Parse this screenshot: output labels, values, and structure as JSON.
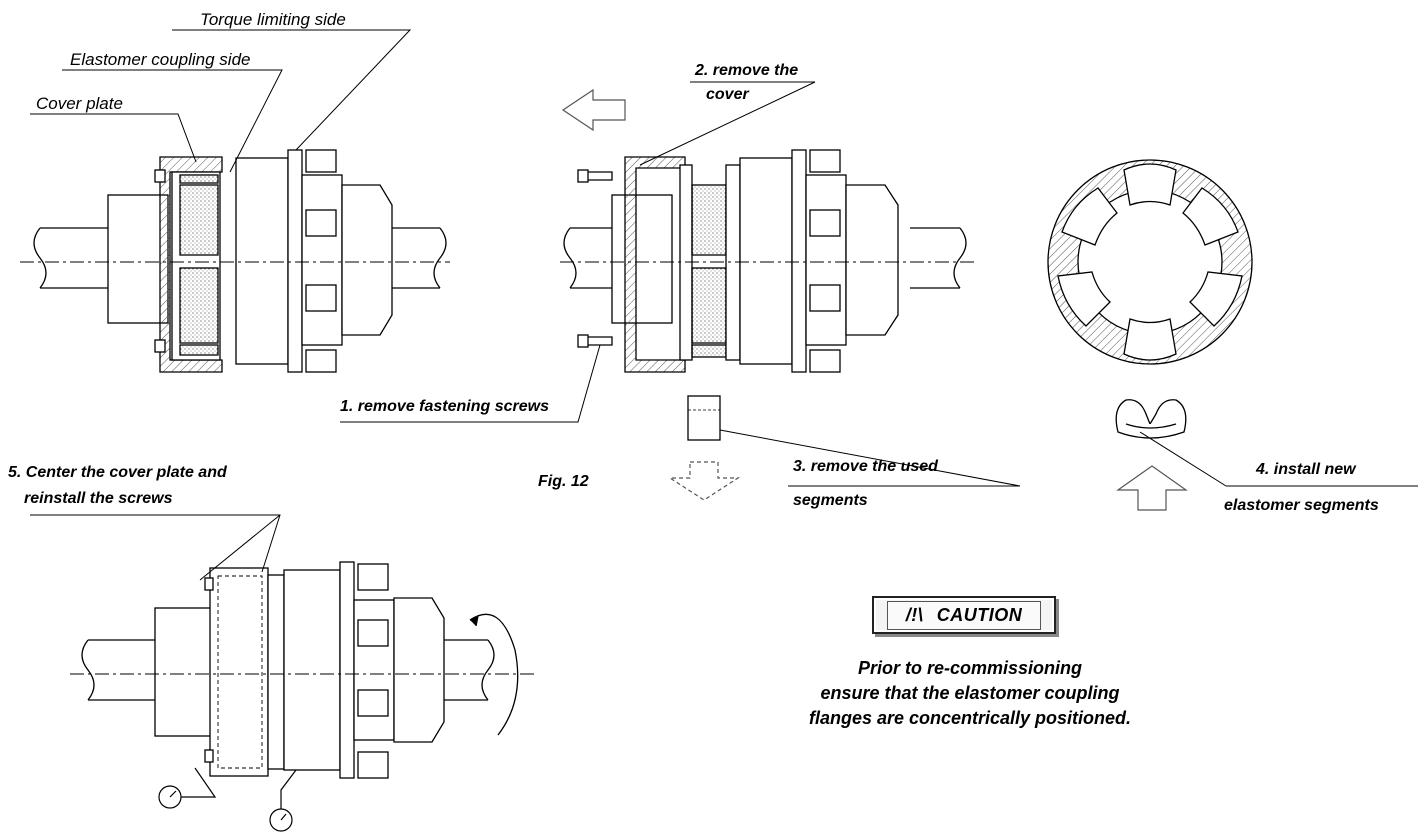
{
  "labels": {
    "torque_limiting_side": "Torque limiting side",
    "elastomer_coupling_side": "Elastomer coupling side",
    "cover_plate": "Cover plate",
    "step1": "1. remove fastening screws",
    "step2_line1": "2. remove the",
    "step2_line2": "cover",
    "step3_line1": "3. remove the used",
    "step3_line2": "segments",
    "step4_line1": "4. install  new",
    "step4_line2": "elastomer segments",
    "step5_line1": "5. Center the cover plate and",
    "step5_line2": "reinstall the screws",
    "figure": "Fig. 12"
  },
  "caution": {
    "symbol": "/!\\",
    "label": "CAUTION"
  },
  "note": {
    "line1": "Prior to re-commissioning",
    "line2": "ensure that the elastomer coupling",
    "line3": "flanges are concentrically positioned."
  },
  "colors": {
    "ink": "#000000",
    "hatch": "#555555",
    "arrow_outline": "#555555"
  }
}
